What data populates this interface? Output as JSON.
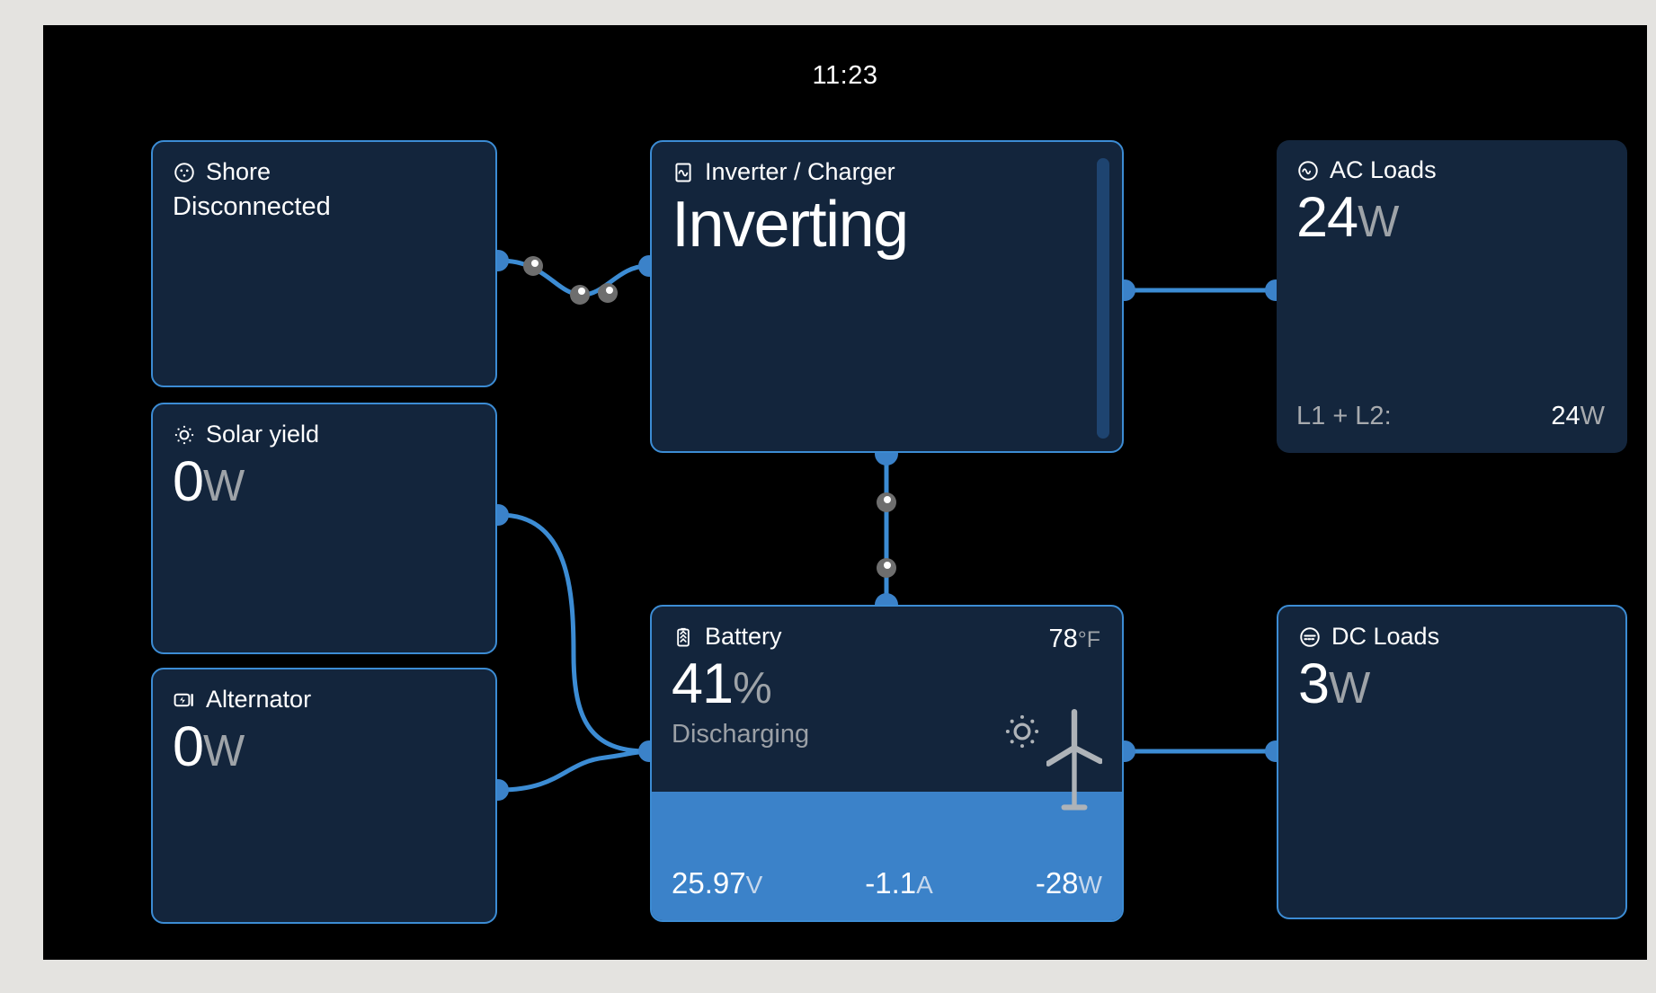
{
  "clock": "11:23",
  "colors": {
    "page_bg": "#E4E3E0",
    "screen_bg": "#000000",
    "card_bg": "#13253C",
    "card_border": "#3C8CD4",
    "accent_blue": "#3B82C9",
    "link_blue": "#3C8CD4",
    "unit_gray": "#9EA3A8",
    "muted_gray": "#A7AAAE",
    "white": "#FFFFFF"
  },
  "cards": {
    "shore": {
      "icon": "shore-power-outlet-icon",
      "title": "Shore",
      "status": "Disconnected"
    },
    "solar": {
      "icon": "sun-icon",
      "title": "Solar yield",
      "value": "0",
      "unit": "W"
    },
    "alternator": {
      "icon": "alternator-battery-bolt-icon",
      "title": "Alternator",
      "value": "0",
      "unit": "W"
    },
    "inverter": {
      "icon": "inverter-sinewave-icon",
      "title": "Inverter / Charger",
      "state": "Inverting"
    },
    "ac_loads": {
      "icon": "ac-sinewave-circle-icon",
      "title": "AC Loads",
      "value": "24",
      "unit": "W",
      "footer_label": "L1 + L2:",
      "footer_value": "24",
      "footer_unit": "W"
    },
    "dc_loads": {
      "icon": "dc-circle-icon",
      "title": "DC Loads",
      "value": "3",
      "unit": "W"
    },
    "battery": {
      "icon": "battery-icon",
      "title": "Battery",
      "temperature": "78",
      "temperature_unit": "°F",
      "soc_value": "41",
      "soc_unit": "%",
      "soc_percent": 41,
      "status": "Discharging",
      "voltage_value": "25.97",
      "voltage_unit": "V",
      "current_value": "-1.1",
      "current_unit": "A",
      "power_value": "-28",
      "power_unit": "W",
      "glyph_sun": "sun-icon",
      "glyph_wind": "wind-turbine-icon"
    }
  },
  "links": [
    {
      "name": "link-shore-to-inverter",
      "flow_dots": 3
    },
    {
      "name": "link-inverter-to-ac-loads",
      "flow_dots": 0
    },
    {
      "name": "link-inverter-to-battery",
      "flow_dots": 2
    },
    {
      "name": "link-solar-to-battery",
      "flow_dots": 0
    },
    {
      "name": "link-alternator-to-battery",
      "flow_dots": 0
    },
    {
      "name": "link-battery-to-dc-loads",
      "flow_dots": 0
    }
  ]
}
